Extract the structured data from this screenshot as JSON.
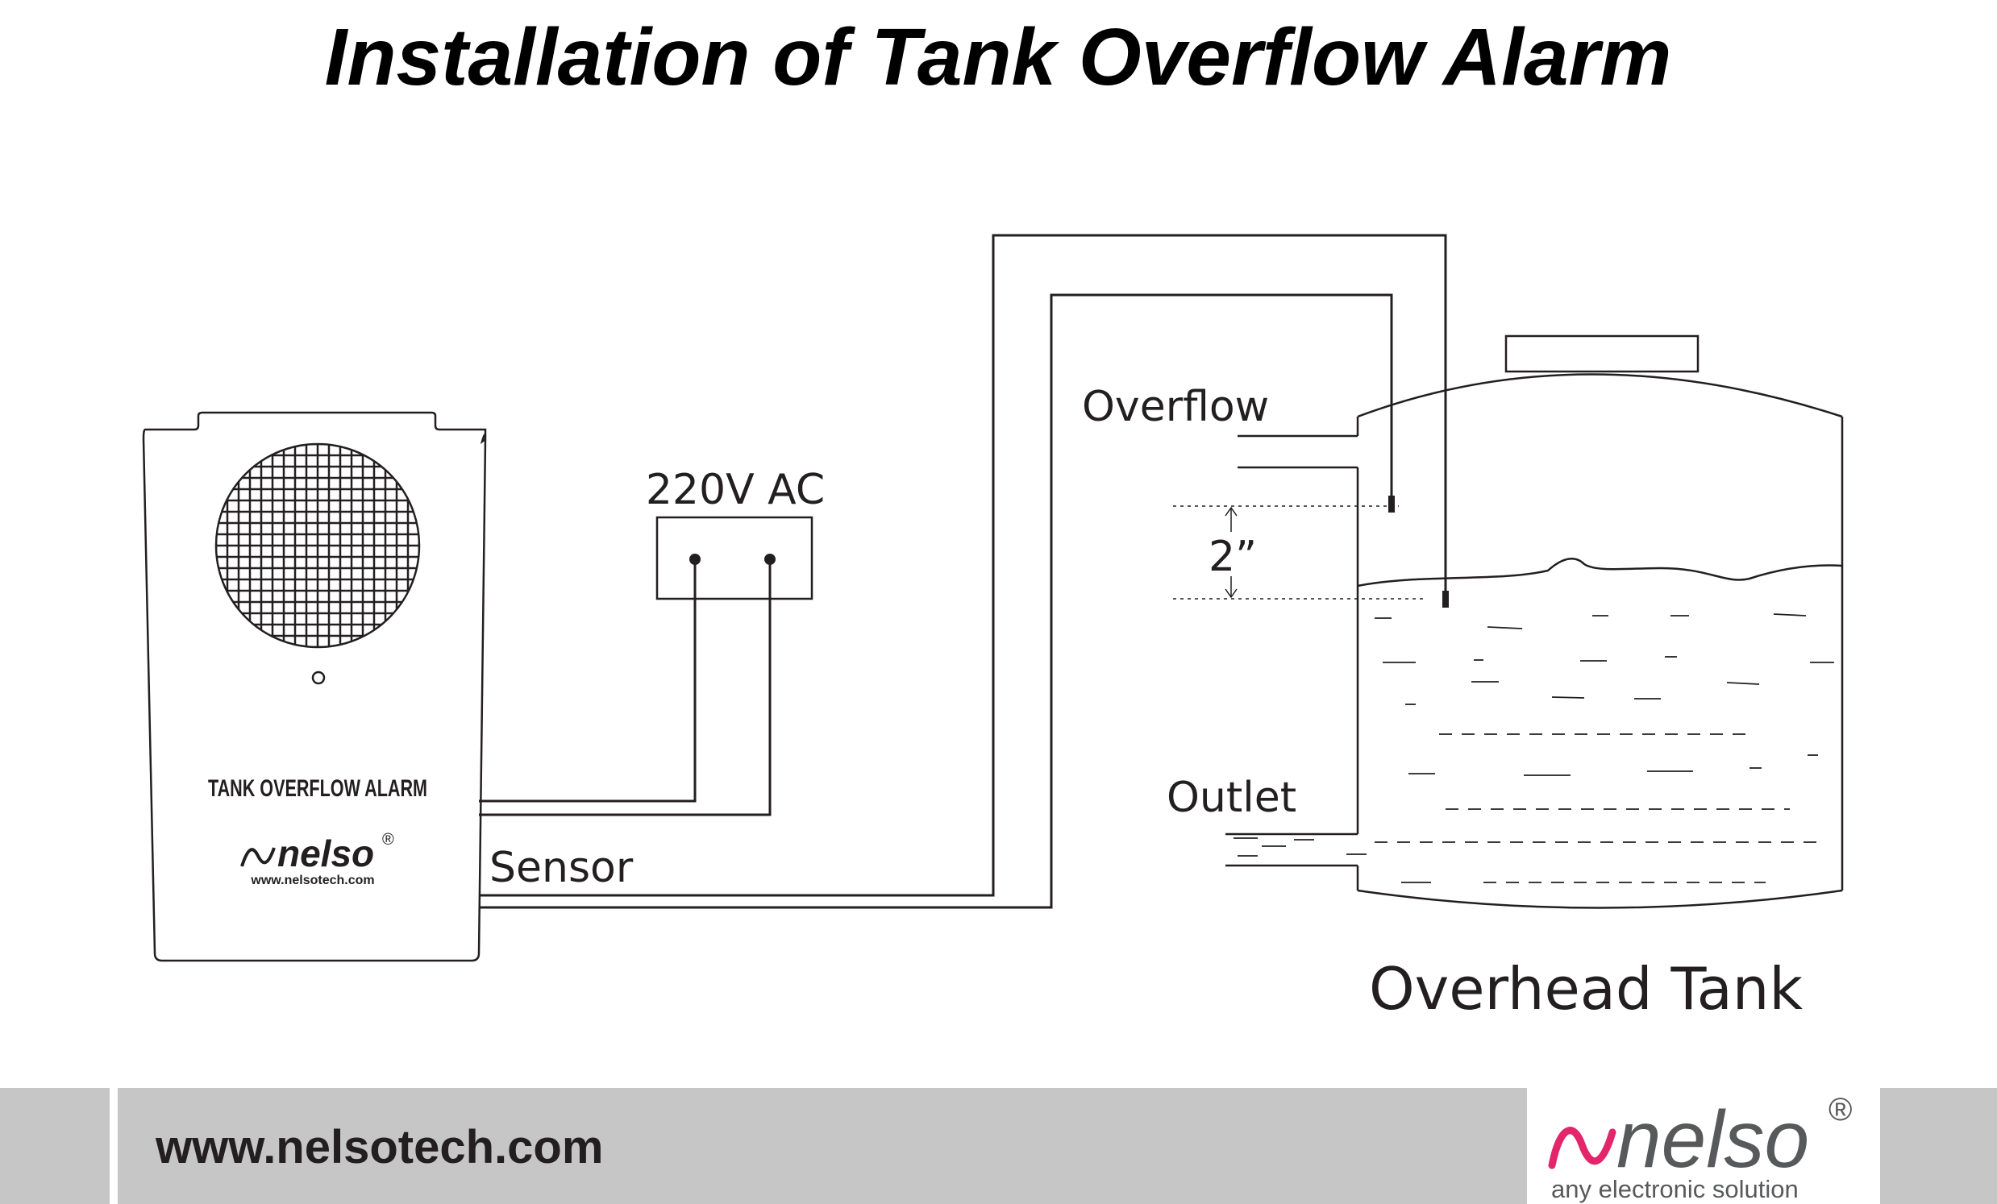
{
  "title": "Installation of Tank Overflow Alarm",
  "device": {
    "label": "TANK OVERFLOW ALARM",
    "brand": "nelso",
    "registered": "®",
    "url": "www.nelsotech.com"
  },
  "labels": {
    "power": "220V AC",
    "sensor": "Sensor",
    "overflow": "Overflow",
    "gap": "2”",
    "outlet": "Outlet",
    "tank": "Overhead Tank"
  },
  "footer": {
    "url": "www.nelsotech.com",
    "brand": "nelso",
    "registered": "®",
    "tagline": "any electronic solution"
  },
  "colors": {
    "ink": "#231f20",
    "footer_band": "#c6c6c6",
    "brand_pink": "#e3256b",
    "brand_gray": "#58595b"
  }
}
